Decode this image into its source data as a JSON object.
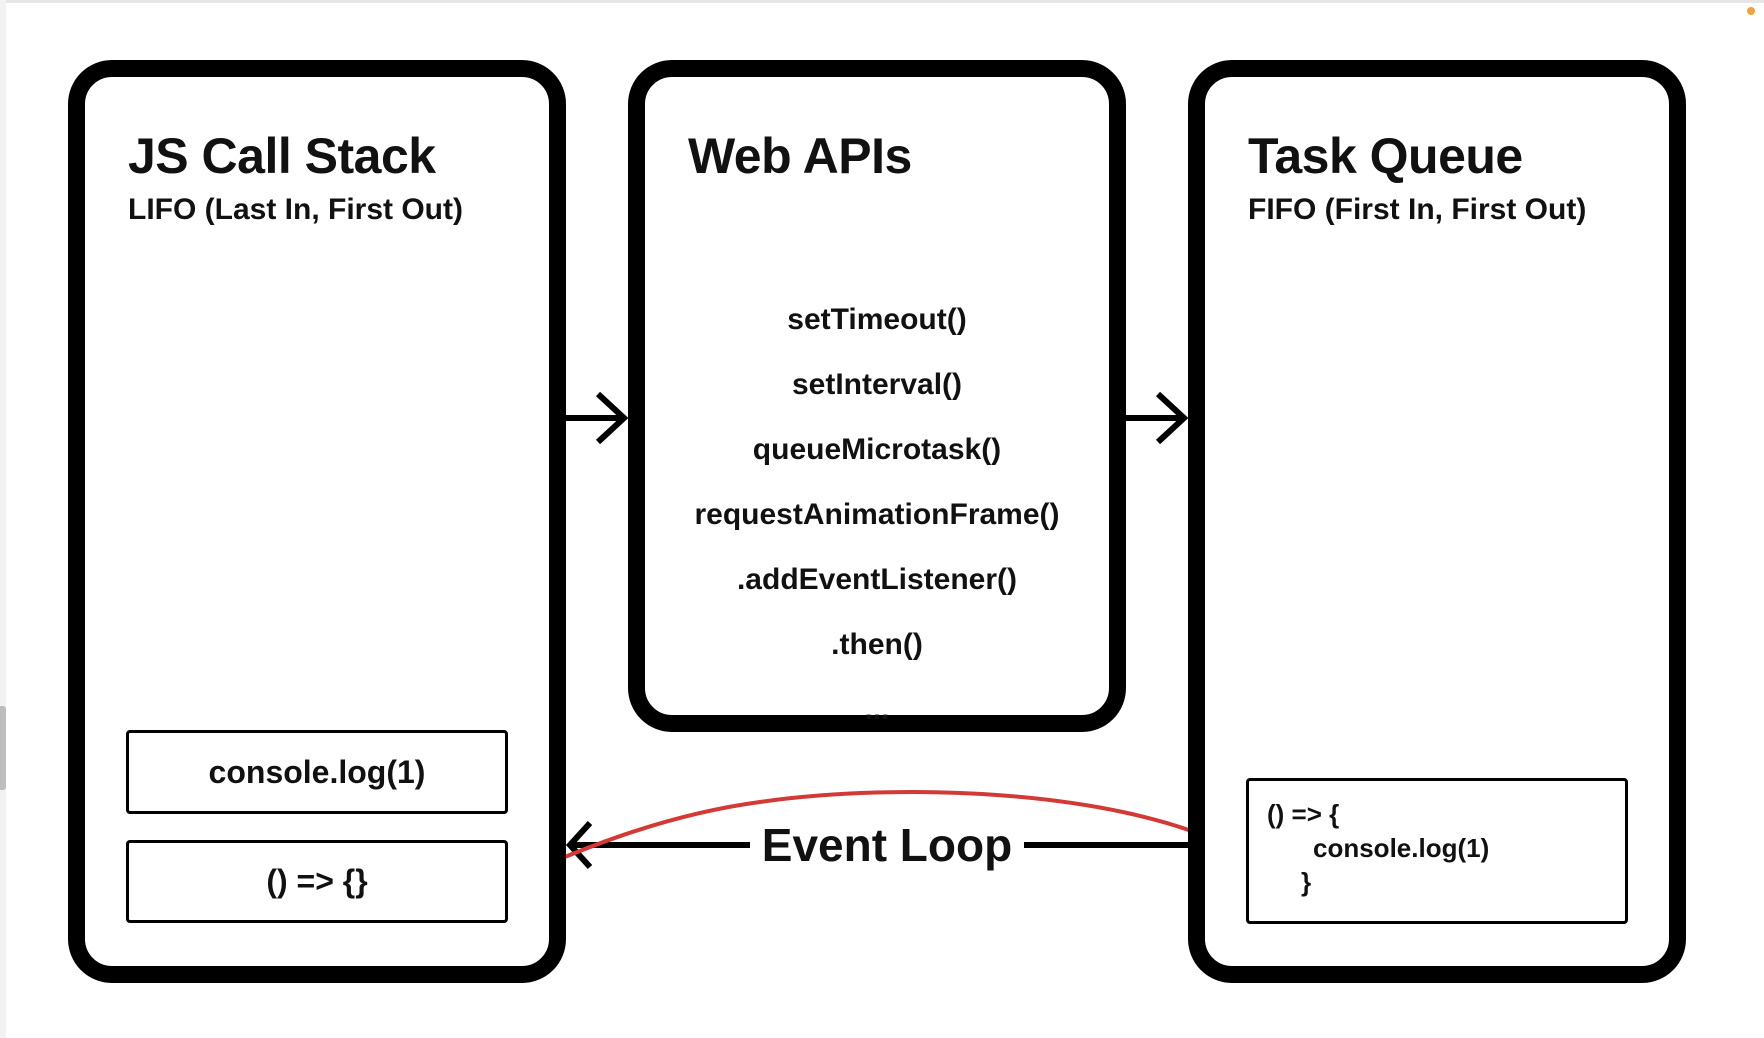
{
  "panels": {
    "call_stack": {
      "title": "JS Call Stack",
      "subtitle": "LIFO (Last In, First Out)",
      "frames": [
        "console.log(1)",
        "() => {}"
      ]
    },
    "web_apis": {
      "title": "Web APIs",
      "items": [
        "setTimeout()",
        "setInterval()",
        "queueMicrotask()",
        "requestAnimationFrame()",
        ".addEventListener()",
        ".then()",
        "..."
      ]
    },
    "task_queue": {
      "title": "Task Queue",
      "subtitle": "FIFO (First In, First Out)",
      "task_lines": [
        "() => {",
        "console.log(1)",
        "}"
      ]
    }
  },
  "event_loop": {
    "label": "Event Loop"
  },
  "colors": {
    "annotation": "#d33a36",
    "stroke": "#000000",
    "accent_dot": "#f0a33a"
  }
}
